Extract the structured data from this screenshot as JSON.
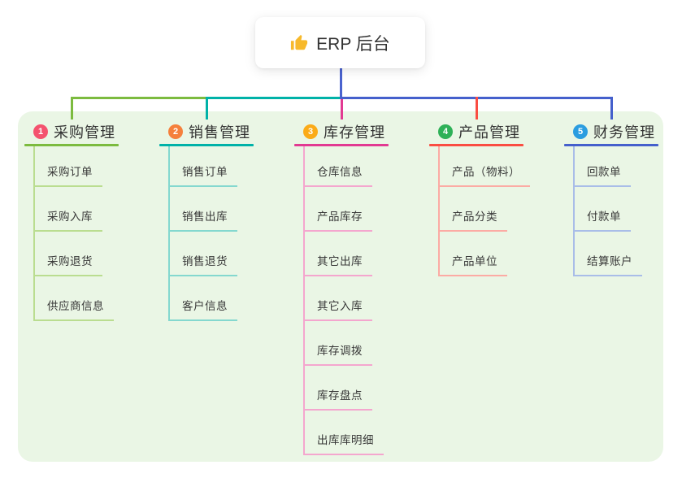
{
  "canvas": {
    "background_color": "#ffffff",
    "panel_color": "#eaf6e5",
    "text_color": "#383838"
  },
  "root": {
    "title": "ERP 后台",
    "icon": "thumbs-up",
    "icon_color": "#f7b92b",
    "line_color": "#4a63cf"
  },
  "branches": [
    {
      "number": "1",
      "label": "采购管理",
      "badge_color": "#f4526e",
      "line_color": "#7cbb3f",
      "child_line_color": "#badd90",
      "children": [
        "采购订单",
        "采购入库",
        "采购退货",
        "供应商信息"
      ]
    },
    {
      "number": "2",
      "label": "销售管理",
      "badge_color": "#f5803c",
      "line_color": "#00b2a8",
      "child_line_color": "#84d8cf",
      "children": [
        "销售订单",
        "销售出库",
        "销售退货",
        "客户信息"
      ]
    },
    {
      "number": "3",
      "label": "库存管理",
      "badge_color": "#fbab18",
      "line_color": "#e23a92",
      "child_line_color": "#f4a6ce",
      "children": [
        "仓库信息",
        "产品库存",
        "其它出库",
        "其它入库",
        "库存调拨",
        "库存盘点",
        "出库库明细"
      ]
    },
    {
      "number": "4",
      "label": "产品管理",
      "badge_color": "#2eb157",
      "line_color": "#fa4d42",
      "child_line_color": "#fcaba4",
      "children": [
        "产品（物料）",
        "产品分类",
        "产品单位"
      ]
    },
    {
      "number": "5",
      "label": "财务管理",
      "badge_color": "#2b9de0",
      "line_color": "#4560cc",
      "child_line_color": "#a9bde8",
      "children": [
        "回款单",
        "付款单",
        "结算账户"
      ]
    }
  ]
}
